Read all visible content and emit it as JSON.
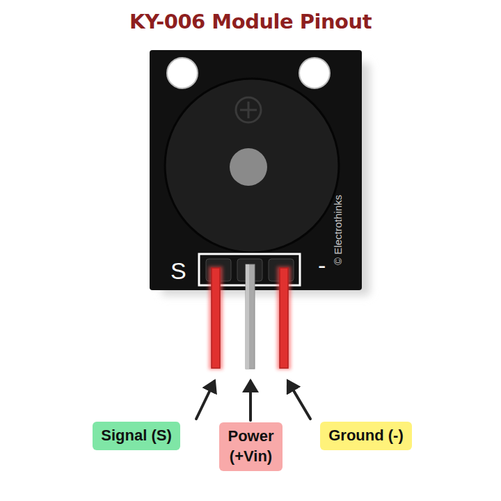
{
  "diagram": {
    "title": "KY-006 Module Pinout",
    "nodes": [
      {
        "text": [
          "Signal (S)"
        ]
      },
      {
        "text": [
          "Power (+Vin)"
        ]
      },
      {
        "text": [
          "Ground (-)"
        ]
      }
    ],
    "labels": [
      "S",
      "-",
      "© Electrothinks"
    ]
  }
}
